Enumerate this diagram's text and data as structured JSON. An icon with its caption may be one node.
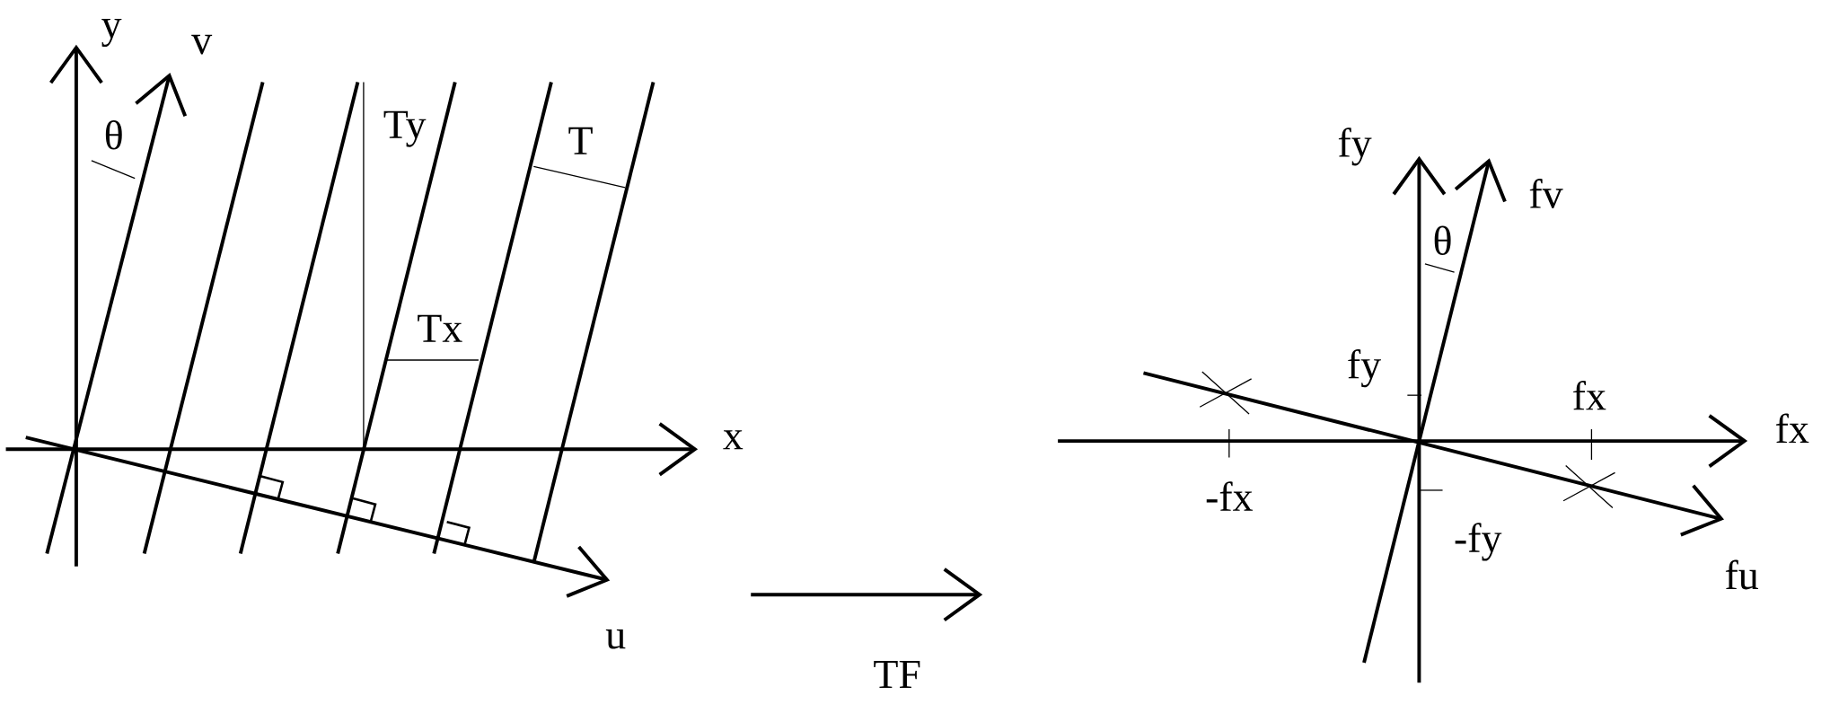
{
  "diagram": {
    "nodes": [
      {
        "text": [],
        "shape": "picture"
      },
      {
        "text": [],
        "shape": "picture"
      }
    ],
    "edges": [
      {
        "from": 0,
        "to": 1,
        "arrow": "to",
        "label": "TF"
      }
    ],
    "labels": [
      "y",
      "v",
      "θ",
      "Ty",
      "T",
      "Tx",
      "x",
      "u",
      "fy",
      "fv",
      "θ",
      "fy",
      "fx",
      "fx",
      "-fx",
      "-fy",
      "fu"
    ]
  }
}
